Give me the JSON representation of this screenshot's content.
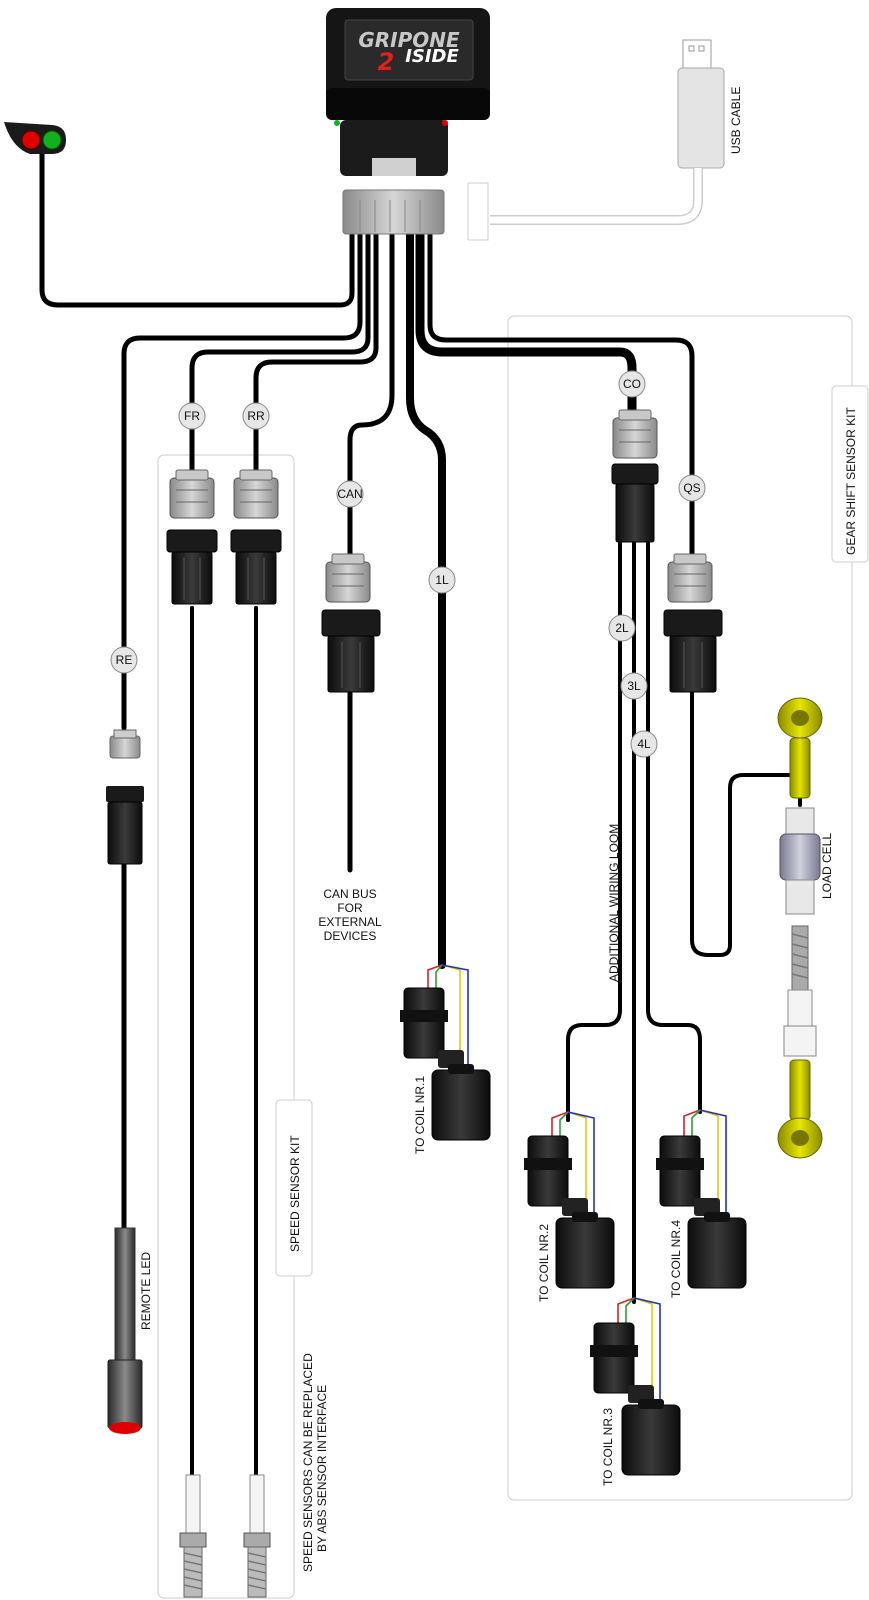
{
  "logo": {
    "brand": "GRIPONE",
    "number": "2",
    "model": "ISIDE"
  },
  "labels": {
    "usb_cable": "USB CABLE",
    "gear_shift_kit": "GEAR SHIFT SENSOR KIT",
    "speed_sensor_kit": "SPEED SENSOR KIT",
    "additional_loom": "ADDITIONAL WIRING LOOM",
    "load_cell": "LOAD CELL",
    "remote_led": "REMOTE LED",
    "can_bus_1": "CAN BUS",
    "can_bus_2": "FOR",
    "can_bus_3": "EXTERNAL",
    "can_bus_4": "DEVICES",
    "coil1": "TO COIL NR.1",
    "coil2": "TO COIL NR.2",
    "coil3": "TO COIL NR.3",
    "coil4": "TO COIL NR.4",
    "speed_note_1": "SPEED SENSORS CAN BE REPLACED",
    "speed_note_2": "BY ABS SENSOR INTERFACE"
  },
  "badges": {
    "fr": "FR",
    "rr": "RR",
    "can": "CAN",
    "l1": "1L",
    "co": "CO",
    "qs": "QS",
    "l2": "2L",
    "l3": "3L",
    "l4": "4L",
    "re": "RE"
  },
  "colors": {
    "cable": "#000000",
    "badge_fill": "#e6e6e6",
    "connector_grey": "#b0b0b0",
    "connector_dark": "#1e1e1e",
    "led_red": "#e00000",
    "led_green": "#10b020",
    "load_cell_yellow": "#c8c800",
    "wire_red": "#e02020",
    "wire_yellow": "#e8c800",
    "wire_blue": "#2030d0",
    "wire_green": "#30a030"
  }
}
